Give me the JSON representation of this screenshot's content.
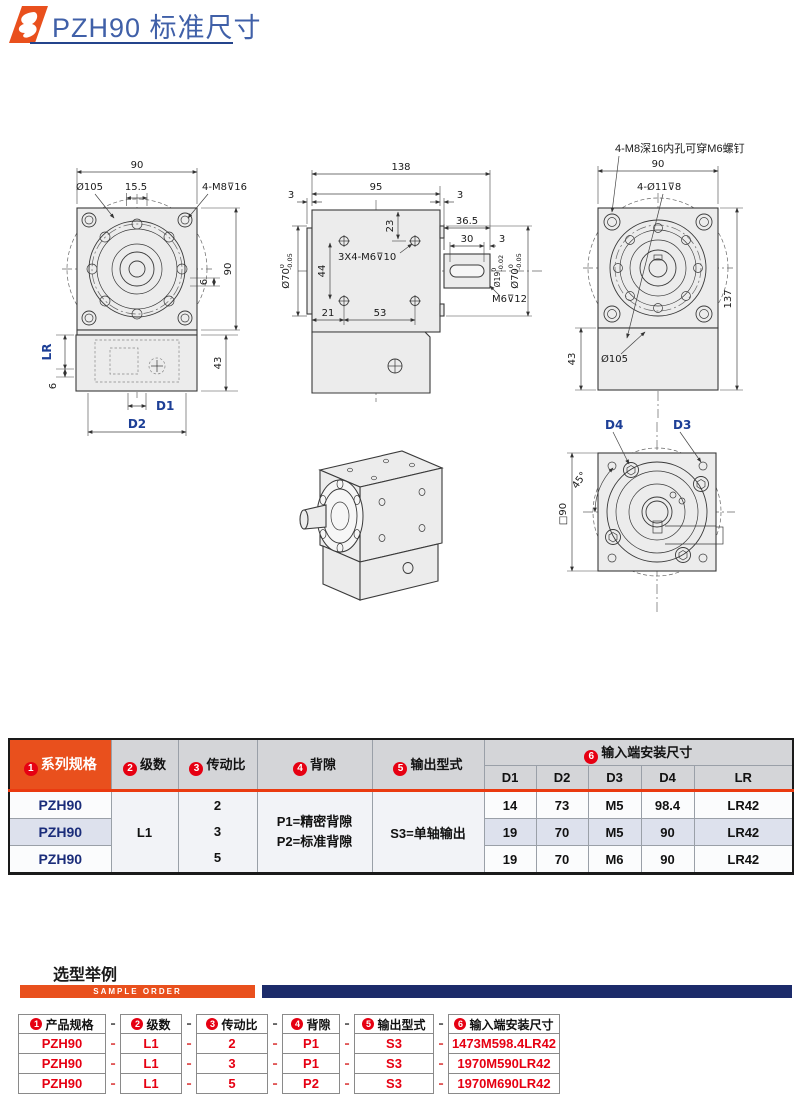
{
  "page": {
    "title": "PZH90 标准尺寸"
  },
  "drawings": {
    "front_view": {
      "dim_width": "90",
      "dia_flange": "Ø105",
      "dim_offset": "15.5",
      "thread_note": "4-M8⊽16",
      "dim_height": "90",
      "dim_six_right": "6",
      "dim_body_height": "43",
      "label_lr": "LR",
      "dim_six_left": "6",
      "label_d1": "D1",
      "label_d2": "D2"
    },
    "side_view": {
      "dim_total_len": "138",
      "dim_95": "95",
      "dim_3_left": "3",
      "dim_3_right": "3",
      "dim_23": "23",
      "dim_44": "44",
      "thread_note": "3X4-M6⊽10",
      "dim_21": "21",
      "dim_53": "53",
      "dim_36_5": "36.5",
      "dim_30": "30",
      "dim_3_key": "3",
      "dia_shaft": {
        "main": "Ø19",
        "sup": "0",
        "sub": "-0.02"
      },
      "dia_pilot_right": {
        "main": "Ø70",
        "sup": "0",
        "sub": "-0.05"
      },
      "dia_pilot_left": {
        "main": "Ø70",
        "sup": "0",
        "sub": "-0.05"
      },
      "thread_end": "M6⊽12"
    },
    "back_view": {
      "note": "4-M8深16内孔可穿M6螺钉",
      "dim_width": "90",
      "hole_note": "4-Ø11⊽8",
      "dim_total_height": "137",
      "dim_body_height": "43",
      "dia_flange": "Ø105"
    },
    "bottom_view": {
      "label_d4": "D4",
      "label_d3": "D3",
      "dim_angle": "45°",
      "dim_square": "□90"
    }
  },
  "spec_table": {
    "headers": [
      {
        "num": "1",
        "label": "系列规格"
      },
      {
        "num": "2",
        "label": "级数"
      },
      {
        "num": "3",
        "label": "传动比"
      },
      {
        "num": "4",
        "label": "背隙"
      },
      {
        "num": "5",
        "label": "输出型式"
      },
      {
        "num": "6",
        "label": "输入端安装尺寸"
      }
    ],
    "sub_headers": [
      "D1",
      "D2",
      "D3",
      "D4",
      "LR"
    ],
    "series": [
      "PZH90",
      "PZH90",
      "PZH90"
    ],
    "stage": "L1",
    "ratios": [
      "2",
      "3",
      "5"
    ],
    "backlash": [
      "P1=精密背隙",
      "P2=标准背隙"
    ],
    "output_type": "S3=单轴输出",
    "mount_rows": [
      [
        "14",
        "73",
        "M5",
        "98.4",
        "LR42"
      ],
      [
        "19",
        "70",
        "M5",
        "90",
        "LR42"
      ],
      [
        "19",
        "70",
        "M6",
        "90",
        "LR42"
      ]
    ]
  },
  "sample_order": {
    "title": "选型举例",
    "badge": "SAMPLE ORDER",
    "dash": "-",
    "headers": [
      {
        "num": "1",
        "label": "产品规格"
      },
      {
        "num": "2",
        "label": "级数"
      },
      {
        "num": "3",
        "label": "传动比"
      },
      {
        "num": "4",
        "label": "背隙"
      },
      {
        "num": "5",
        "label": "输出型式"
      },
      {
        "num": "6",
        "label": "输入端安装尺寸"
      }
    ],
    "rows": [
      [
        "PZH90",
        "L1",
        "2",
        "P1",
        "S3",
        "1473M598.4LR42"
      ],
      [
        "PZH90",
        "L1",
        "3",
        "P1",
        "S3",
        "1970M590LR42"
      ],
      [
        "PZH90",
        "L1",
        "5",
        "P2",
        "S3",
        "1970M690LR42"
      ]
    ]
  },
  "colors": {
    "accent_orange": "#e9501d",
    "accent_red": "#e60012",
    "navy_text": "#1b2d7a",
    "title_blue": "#4060a8",
    "navy_bar": "#1c2b6a",
    "header_gray": "#d4d5d8",
    "stripe_lavender": "#dde1ed"
  }
}
